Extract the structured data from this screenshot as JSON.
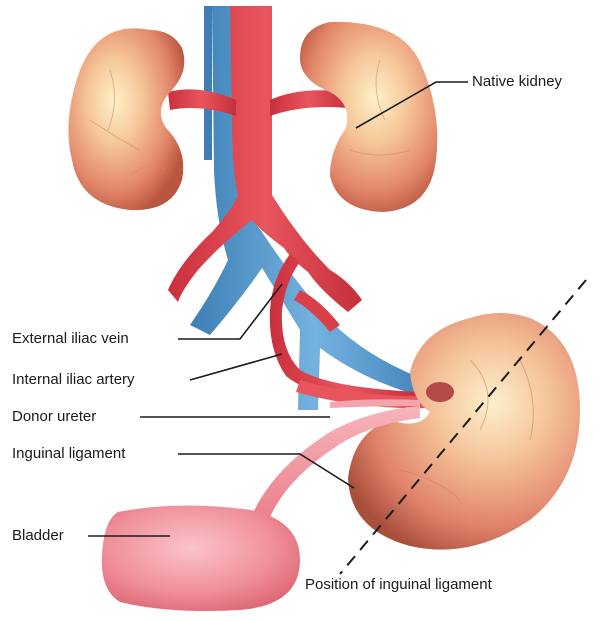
{
  "labels": {
    "native_kidney": "Native kidney",
    "external_iliac_vein": "External iliac vein",
    "internal_iliac_artery": "Internal iliac artery",
    "donor_ureter": "Donor ureter",
    "inguinal_ligament": "Inguinal ligament",
    "bladder": "Bladder",
    "position_of_inguinal_ligament": "Position of inguinal ligament"
  },
  "colors": {
    "artery": "#d9404a",
    "vein": "#4f94c9",
    "kidney": "#e58c6f",
    "bladder": "#f07c88",
    "ureter": "#f2909a"
  }
}
